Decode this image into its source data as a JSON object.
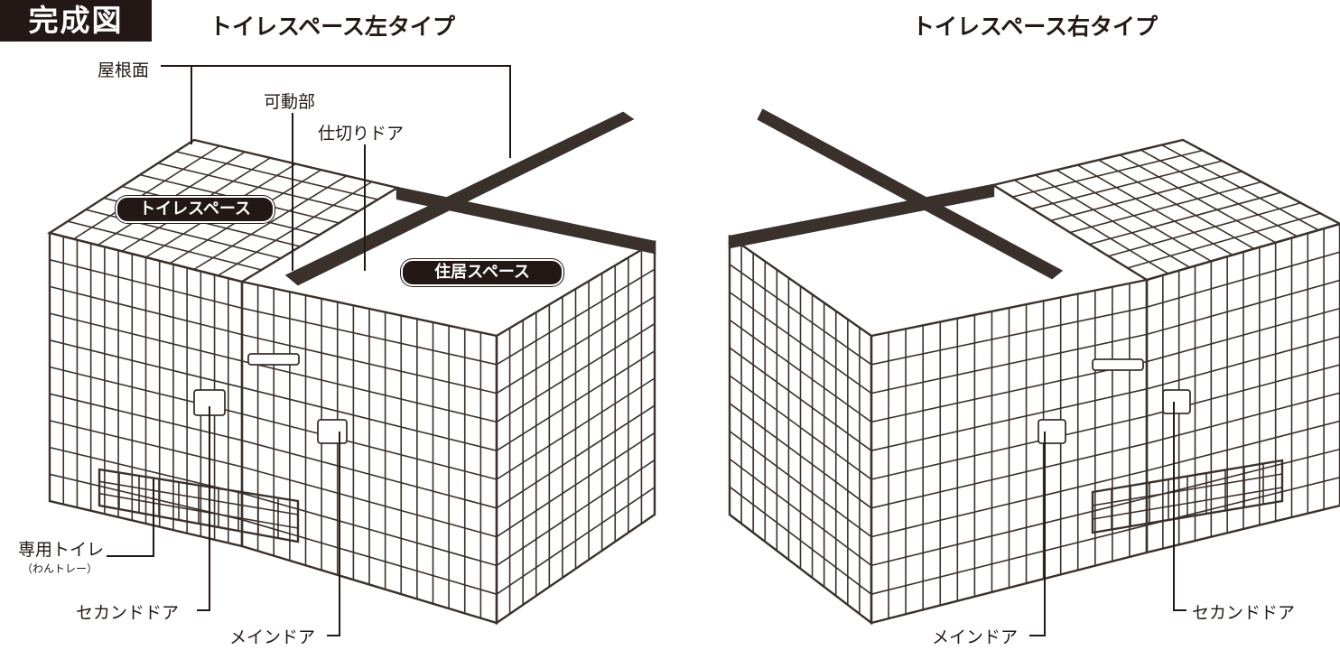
{
  "header": {
    "badge": "完成図",
    "left_title": "トイレスペース左タイプ",
    "right_title": "トイレスペース右タイプ"
  },
  "left_cage": {
    "labels": {
      "roof": "屋根面",
      "movable": "可動部",
      "partition_door": "仕切りドア",
      "toilet_space": "トイレスペース",
      "living_space": "住居スペース",
      "toilet": "専用トイレ",
      "toilet_note": "（わんトレー）",
      "second_door": "セカンドドア",
      "main_door": "メインドア"
    }
  },
  "right_cage": {
    "labels": {
      "main_door": "メインドア",
      "second_door": "セカンドドア"
    }
  },
  "colors": {
    "ink": "#231815",
    "wire": "#3a302c",
    "background": "#ffffff"
  }
}
